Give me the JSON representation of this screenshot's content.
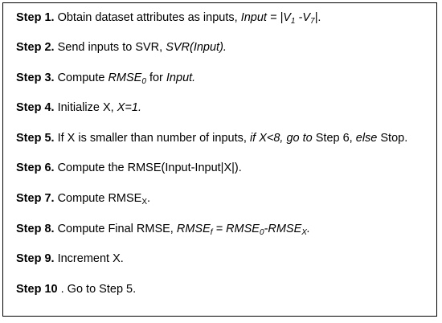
{
  "steps": [
    {
      "label": "Step 1.",
      "parts": [
        {
          "t": "Obtain dataset attributes as inputs, "
        },
        {
          "t": "Input = |V",
          "i": true
        },
        {
          "t": "1",
          "i": true,
          "sub": true
        },
        {
          "t": " -V",
          "i": true
        },
        {
          "t": "7",
          "i": true,
          "sub": true
        },
        {
          "t": "|",
          "i": true
        },
        {
          "t": "."
        }
      ]
    },
    {
      "label": "Step 2.",
      "parts": [
        {
          "t": "Send inputs to SVR, "
        },
        {
          "t": "SVR(Input).",
          "i": true
        }
      ]
    },
    {
      "label": "Step 3.",
      "parts": [
        {
          "t": "Compute "
        },
        {
          "t": "RMSE",
          "i": true
        },
        {
          "t": "0",
          "i": true,
          "sub": true
        },
        {
          "t": " for "
        },
        {
          "t": "Input.",
          "i": true
        }
      ]
    },
    {
      "label": "Step 4.",
      "parts": [
        {
          "t": "Initialize X, "
        },
        {
          "t": "X=1.",
          "i": true
        }
      ]
    },
    {
      "label": "Step 5.",
      "parts": [
        {
          "t": "If X is smaller than number of inputs, "
        },
        {
          "t": "if X<8, go to",
          "i": true
        },
        {
          "t": " Step 6, "
        },
        {
          "t": "else",
          "i": true
        },
        {
          "t": " Stop."
        }
      ]
    },
    {
      "label": "Step 6.",
      "parts": [
        {
          "t": "Compute the RMSE(Input-Input|X|)."
        }
      ]
    },
    {
      "label": "Step 7.",
      "parts": [
        {
          "t": "Compute RMSE"
        },
        {
          "t": "X",
          "sub": true
        },
        {
          "t": "."
        }
      ]
    },
    {
      "label": "Step 8.",
      "parts": [
        {
          "t": "Compute Final RMSE, "
        },
        {
          "t": "RMSE",
          "i": true
        },
        {
          "t": "f",
          "i": true,
          "sub": true
        },
        {
          "t": " = RMSE",
          "i": true
        },
        {
          "t": "0",
          "i": true,
          "sub": true
        },
        {
          "t": "-RMSE",
          "i": true
        },
        {
          "t": "X",
          "i": true,
          "sub": true
        },
        {
          "t": ".",
          "i": true
        }
      ]
    },
    {
      "label": "Step 9.",
      "parts": [
        {
          "t": "Increment X."
        }
      ]
    },
    {
      "label": "Step 10",
      "parts": [
        {
          "t": ". Go to Step 5."
        }
      ]
    }
  ]
}
